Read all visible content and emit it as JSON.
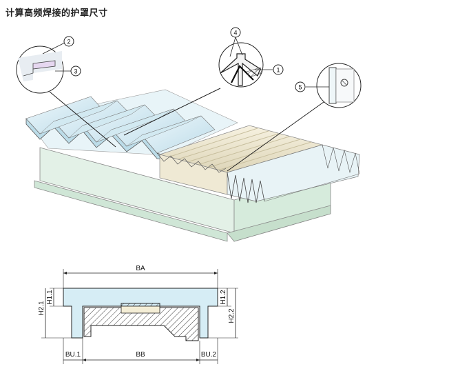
{
  "title": "计算高频焊接的护罩尺寸",
  "callouts": [
    "1",
    "2",
    "3",
    "4",
    "5"
  ],
  "dimensions": {
    "ba": "BA",
    "bb": "BB",
    "bu1": "BU.1",
    "bu2": "BU.2",
    "h11": "H1.1",
    "h12": "H1.2",
    "h21": "H2.1",
    "h22": "H2.2"
  },
  "colors": {
    "cover_blue": "#d8ecf4",
    "cover_cream": "#efe9d4",
    "base_green": "#e3f1e7",
    "line": "#222222"
  }
}
